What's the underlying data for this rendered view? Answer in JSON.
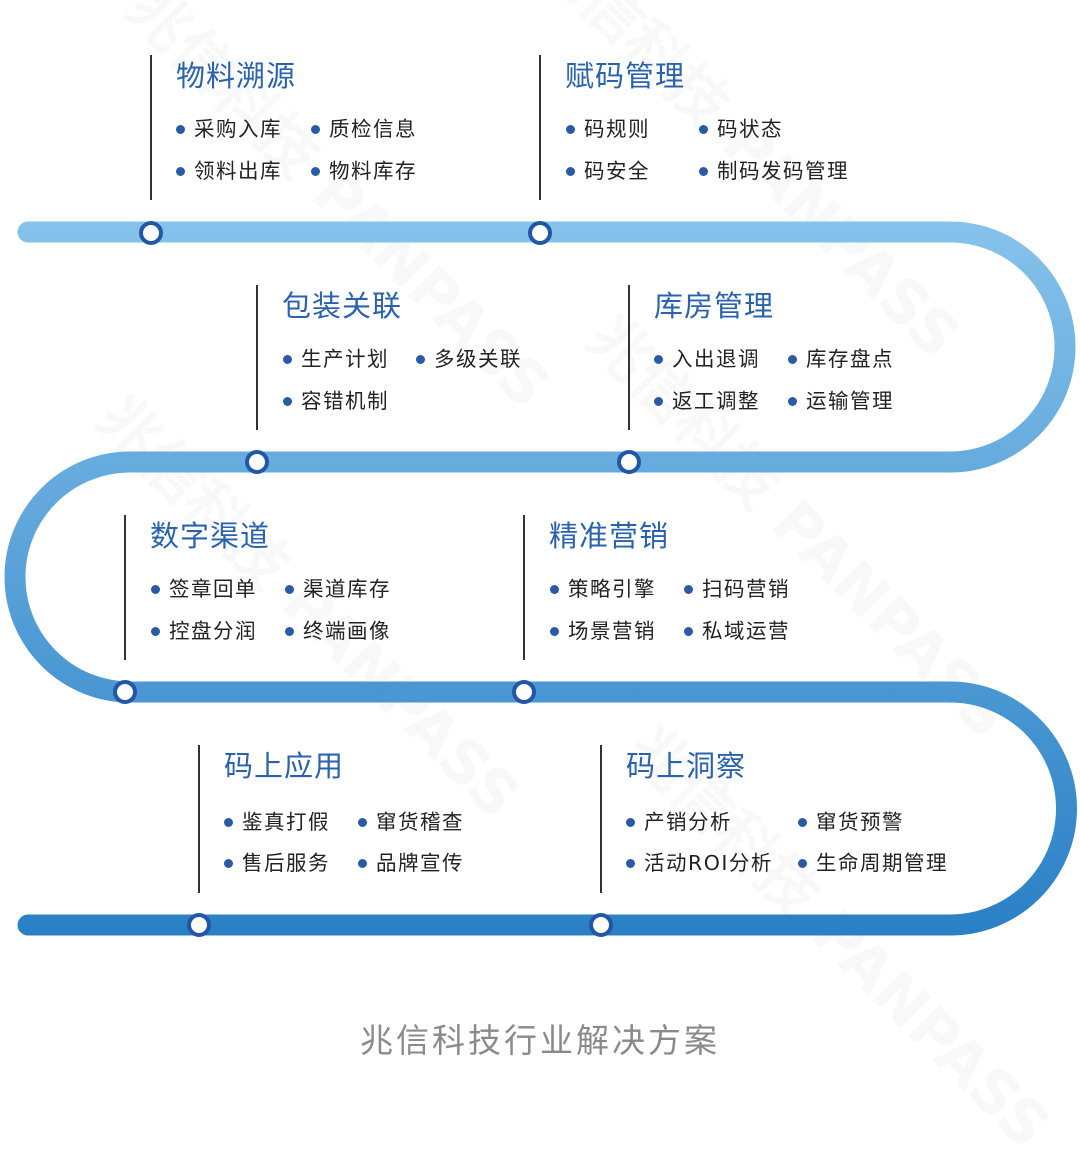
{
  "sections": [
    {
      "title": "物料溯源",
      "items": [
        "采购入库",
        "质检信息",
        "领料出库",
        "物料库存"
      ]
    },
    {
      "title": "赋码管理",
      "items": [
        "码规则",
        "码状态",
        "码安全",
        "制码发码管理"
      ]
    },
    {
      "title": "包装关联",
      "items": [
        "生产计划",
        "多级关联",
        "容错机制"
      ]
    },
    {
      "title": "库房管理",
      "items": [
        "入出退调",
        "库存盘点",
        "返工调整",
        "运输管理"
      ]
    },
    {
      "title": "数字渠道",
      "items": [
        "签章回单",
        "渠道库存",
        "控盘分润",
        "终端画像"
      ]
    },
    {
      "title": "精准营销",
      "items": [
        "策略引擎",
        "扫码营销",
        "场景营销",
        "私域运营"
      ]
    },
    {
      "title": "码上应用",
      "items": [
        "鉴真打假",
        "窜货稽查",
        "售后服务",
        "品牌宣传"
      ]
    },
    {
      "title": "码上洞察",
      "items": [
        "产销分析",
        "窜货预警",
        "活动ROI分析",
        "生命周期管理"
      ]
    }
  ],
  "footer": "兆信科技行业解决方案",
  "watermark": "兆信科技 PANPASS",
  "colors": {
    "track_top": "#86c2eb",
    "track_bottom": "#2a80c6",
    "marker_stroke": "#2257a8",
    "title": "#2a62ad"
  }
}
